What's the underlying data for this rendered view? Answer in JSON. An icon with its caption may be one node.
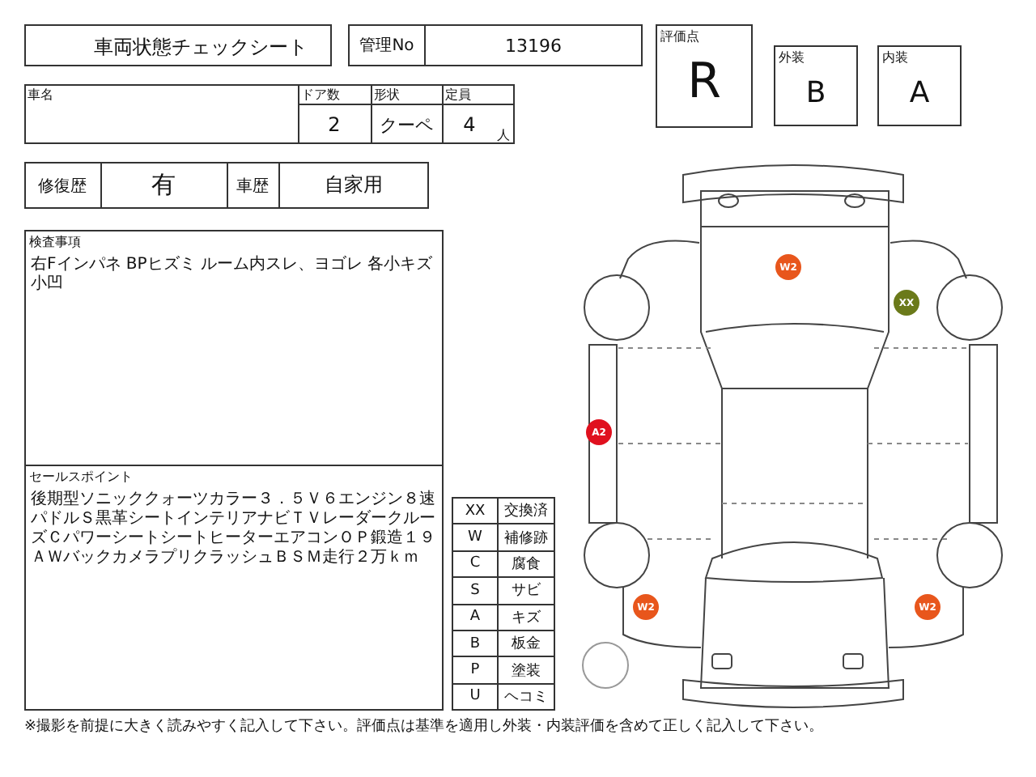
{
  "diagram": {
    "nodes": [
      {
        "text": [
          "車両状態チェックシート"
        ]
      },
      {
        "text": [
          "管理No",
          "13196"
        ]
      },
      {
        "text": [
          "評価点",
          "R"
        ]
      },
      {
        "text": [
          "外装",
          "B"
        ]
      },
      {
        "text": [
          "内装",
          "A"
        ]
      },
      {
        "text": [
          "検査事項",
          "右Fインパネ BPヒズミ ルーム内スレ、ヨゴレ 各小キズ小凹"
        ]
      },
      {
        "text": [
          "セールスポイント",
          "後期型ソニッククォーツカラー３．５Ｖ６エンジン８速パドルＳ黒革シートインテリアナビＴＶレーダークルーズＣパワーシートシートヒーターエアコンＯＰ鍛造１９ＡＷバックカメラプリクラッシュＢＳＭ走行２万ｋｍ"
        ]
      },
      {
        "text": [
          "W2"
        ]
      },
      {
        "text": [
          "XX"
        ]
      },
      {
        "text": [
          "A2"
        ]
      },
      {
        "text": [
          "W2"
        ]
      },
      {
        "text": [
          "W2"
        ]
      },
      {
        "text": [],
        "shape": "circle"
      }
    ],
    "labels": [
      "車名",
      "ドア数",
      "形状",
      "定員",
      "2",
      "クーペ",
      "4",
      "人",
      "修復歴",
      "有",
      "車歴",
      "自家用",
      "XX",
      "交換済",
      "W",
      "補修跡",
      "C",
      "腐食",
      "S",
      "サビ",
      "A",
      "キズ",
      "B",
      "板金",
      "P",
      "塗装",
      "U",
      "ヘコミ",
      "※撮影を前提に大きく読みやすく記入して下さい。評価点は基準を適用し外装・内装評価を含めて正しく記入して下さい。"
    ]
  }
}
